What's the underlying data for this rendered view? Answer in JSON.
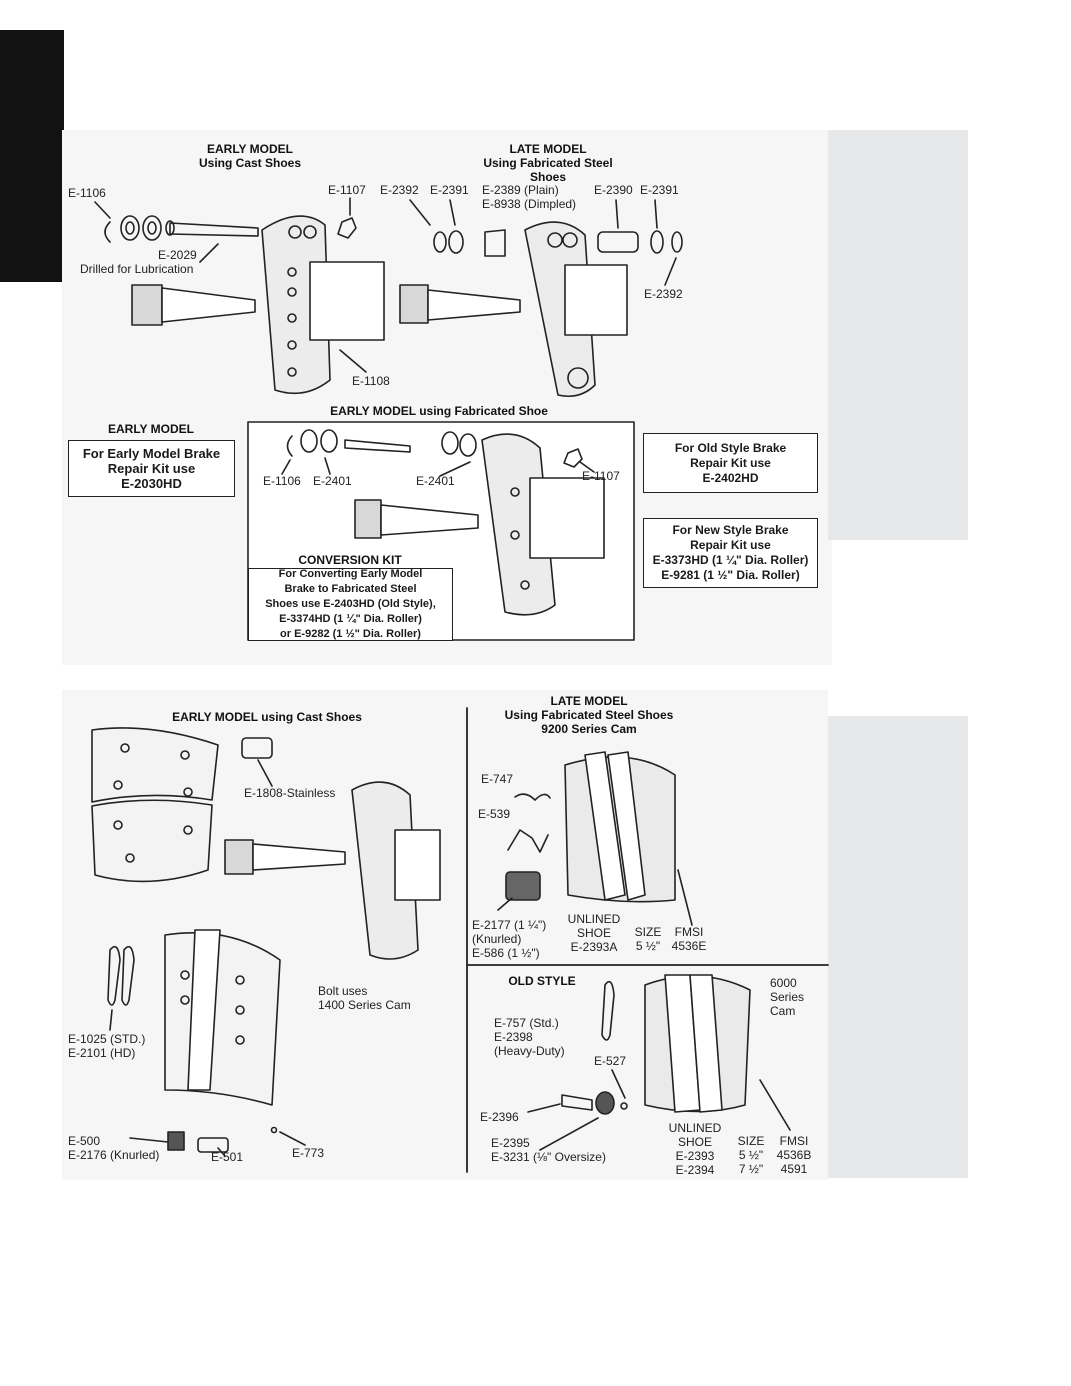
{
  "top": {
    "early_heading": [
      "EARLY MODEL",
      "Using Cast Shoes"
    ],
    "late_heading": [
      "LATE MODEL",
      "Using Fabricated Steel",
      "Shoes"
    ],
    "parts": {
      "e1106": "E-1106",
      "e2029": "E-2029",
      "drilled": "Drilled for Lubrication",
      "e1107": "E-1107",
      "e2392a": "E-2392",
      "e2391a": "E-2391",
      "e2389": "E-2389 (Plain)",
      "e8938": "E-8938 (Dimpled)",
      "e2390": "E-2390",
      "e2391b": "E-2391",
      "e2392b": "E-2392",
      "e1108": "E-1108"
    },
    "fab_heading": "EARLY MODEL using Fabricated Shoe",
    "early_model_label": "EARLY MODEL",
    "early_kit_box": [
      "For Early Model Brake",
      "Repair Kit use",
      "E-2030HD"
    ],
    "fab_parts": {
      "e1106": "E-1106",
      "e2401a": "E-2401",
      "e2401b": "E-2401",
      "e1107": "E-1107"
    },
    "conversion_heading": "CONVERSION KIT",
    "conversion_box": [
      "For Converting Early Model",
      "Brake to Fabricated Steel",
      "Shoes use E-2403HD (Old Style),",
      "E-3374HD (1 ¼\" Dia. Roller)",
      "or E-9282 (1 ½\" Dia. Roller)"
    ],
    "old_style_box": [
      "For Old Style Brake",
      "Repair Kit use",
      "E-2402HD"
    ],
    "new_style_box": [
      "For New Style Brake",
      "Repair Kit use",
      "E-3373HD (1 ¼\" Dia. Roller)",
      "E-9281 (1 ½\" Dia. Roller)"
    ]
  },
  "bottom": {
    "left_heading": "EARLY MODEL using Cast Shoes",
    "e1808": "E-1808-Stainless",
    "bolt_note": [
      "Bolt uses",
      "1400 Series Cam"
    ],
    "e1025": [
      "E-1025 (STD.)",
      "E-2101 (HD)"
    ],
    "e500": [
      "E-500",
      "E-2176 (Knurled)"
    ],
    "e501": "E-501",
    "e773": "E-773",
    "late_heading": [
      "LATE MODEL",
      "Using Fabricated Steel Shoes",
      "9200 Series Cam"
    ],
    "e747": "E-747",
    "e539": "E-539",
    "e2177": [
      "E-2177 (1 ¼\")",
      "(Knurled)",
      "E-586 (1 ½\")"
    ],
    "late_table": {
      "shoe": [
        "UNLINED",
        "SHOE",
        "E-2393A"
      ],
      "size": [
        "SIZE",
        "5 ½\""
      ],
      "fmsi": [
        "FMSI",
        "4536E"
      ]
    },
    "old_style_heading": "OLD STYLE",
    "cam_note": [
      "6000",
      "Series",
      "Cam"
    ],
    "e757": [
      "E-757 (Std.)",
      "E-2398",
      "(Heavy-Duty)"
    ],
    "e527": "E-527",
    "e2396": "E-2396",
    "e2395": [
      "E-2395",
      "E-3231 (⅛\" Oversize)"
    ],
    "old_table": {
      "shoe": [
        "UNLINED",
        "SHOE",
        "E-2393",
        "E-2394"
      ],
      "size": [
        "SIZE",
        "5 ½\"",
        "7 ½\""
      ],
      "fmsi": [
        "FMSI",
        "4536B",
        "4591"
      ]
    }
  }
}
